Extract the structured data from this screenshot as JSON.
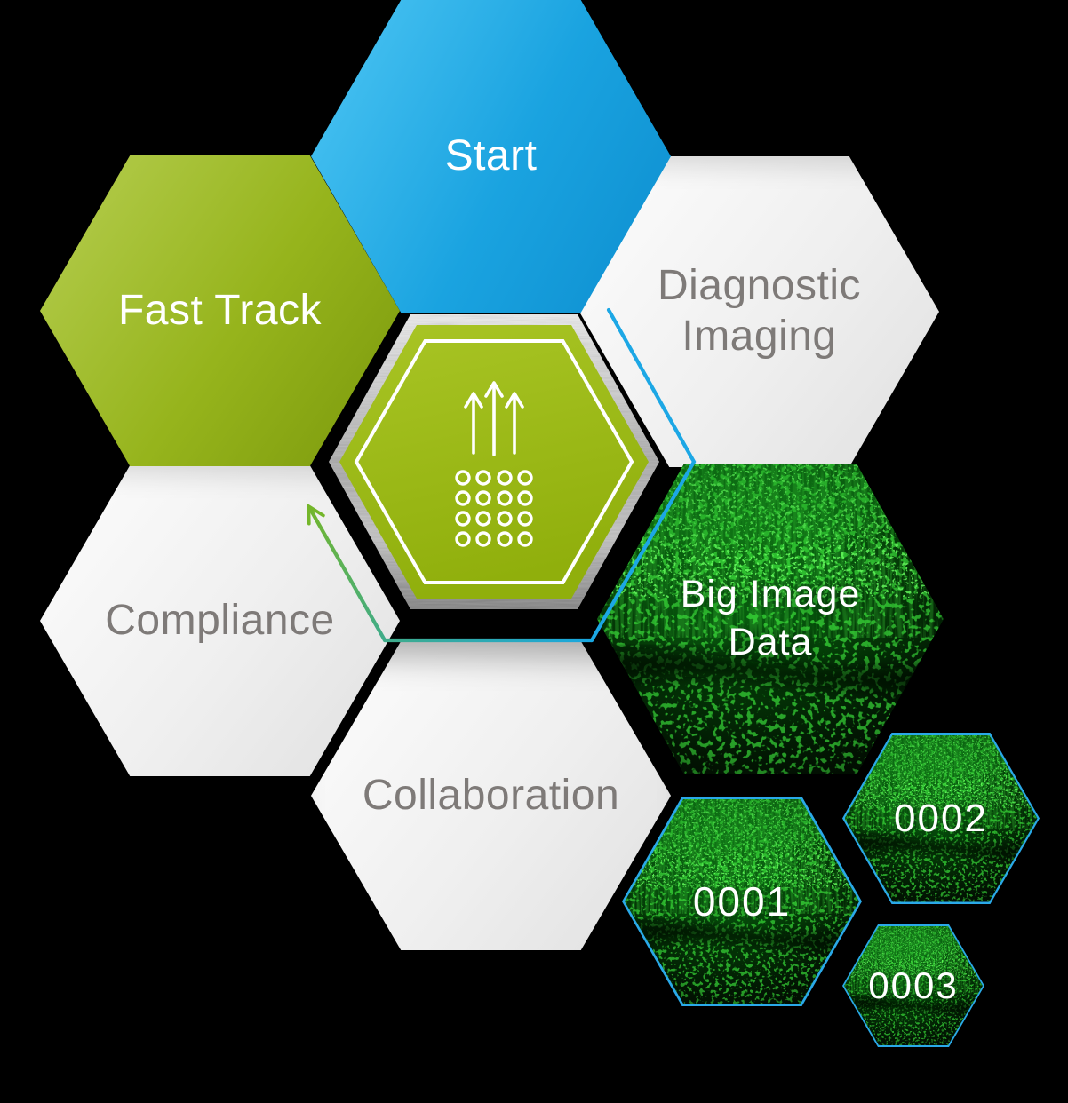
{
  "diagram": {
    "background_color": "#000000",
    "hexagons": {
      "start": {
        "label": "Start",
        "fill": "#1aa3e0"
      },
      "fast_track": {
        "label": "Fast Track",
        "fill": "#96b41c"
      },
      "diagnostic_imaging": {
        "label": "Diagnostic Imaging",
        "fill": "#efefef"
      },
      "compliance": {
        "label": "Compliance",
        "fill": "#efefef"
      },
      "collaboration": {
        "label": "Collaboration",
        "fill": "#efefef"
      },
      "big_image_data": {
        "label": "Big Image Data",
        "fill": "fluorescence-micrograph"
      },
      "center": {
        "icon": "three-up-arrows-over-dot-grid-icon",
        "fill": "#9cbb15",
        "border": "brushed-metal"
      }
    },
    "image_tiles": [
      {
        "label": "0001"
      },
      {
        "label": "0002"
      },
      {
        "label": "0003"
      }
    ],
    "colors": {
      "flow_line_blue": "#1ca7e5",
      "flow_line_green": "#74b62a",
      "flow_line_teal": "#3fac8a",
      "tile_border_blue": "#2aa9e8",
      "gray_label_text": "#7e7a78",
      "white_text": "#ffffff",
      "micrograph_green": "#0d6a12"
    }
  }
}
